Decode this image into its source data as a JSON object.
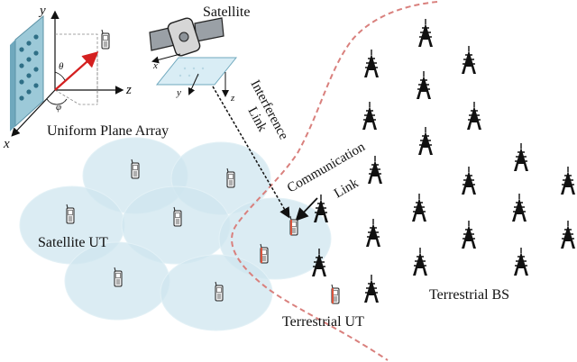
{
  "labels": {
    "satellite": "Satellite",
    "uniform_plane_array": "Uniform Plane Array",
    "satellite_ut": "Satellite UT",
    "terrestrial_ut": "Terrestrial UT",
    "terrestrial_bs": "Terrestrial BS",
    "interference_link_1": "Interference",
    "interference_link_2": "Link",
    "communication_link_1": "Communication",
    "communication_link_2": "Link"
  },
  "axes": {
    "upa_y": "y",
    "upa_z": "z",
    "upa_x": "x",
    "theta": "θ",
    "phi": "φ",
    "sat_x": "x",
    "sat_y": "y",
    "sat_z": "z"
  },
  "colors": {
    "coverage": "#cfe6ef",
    "boundary": "#d9807d",
    "steer_vector": "#d42020",
    "upa_panel": "#9cc9d8",
    "tower": "#111111",
    "terrestrial_ut_accent": "#d9533c"
  }
}
